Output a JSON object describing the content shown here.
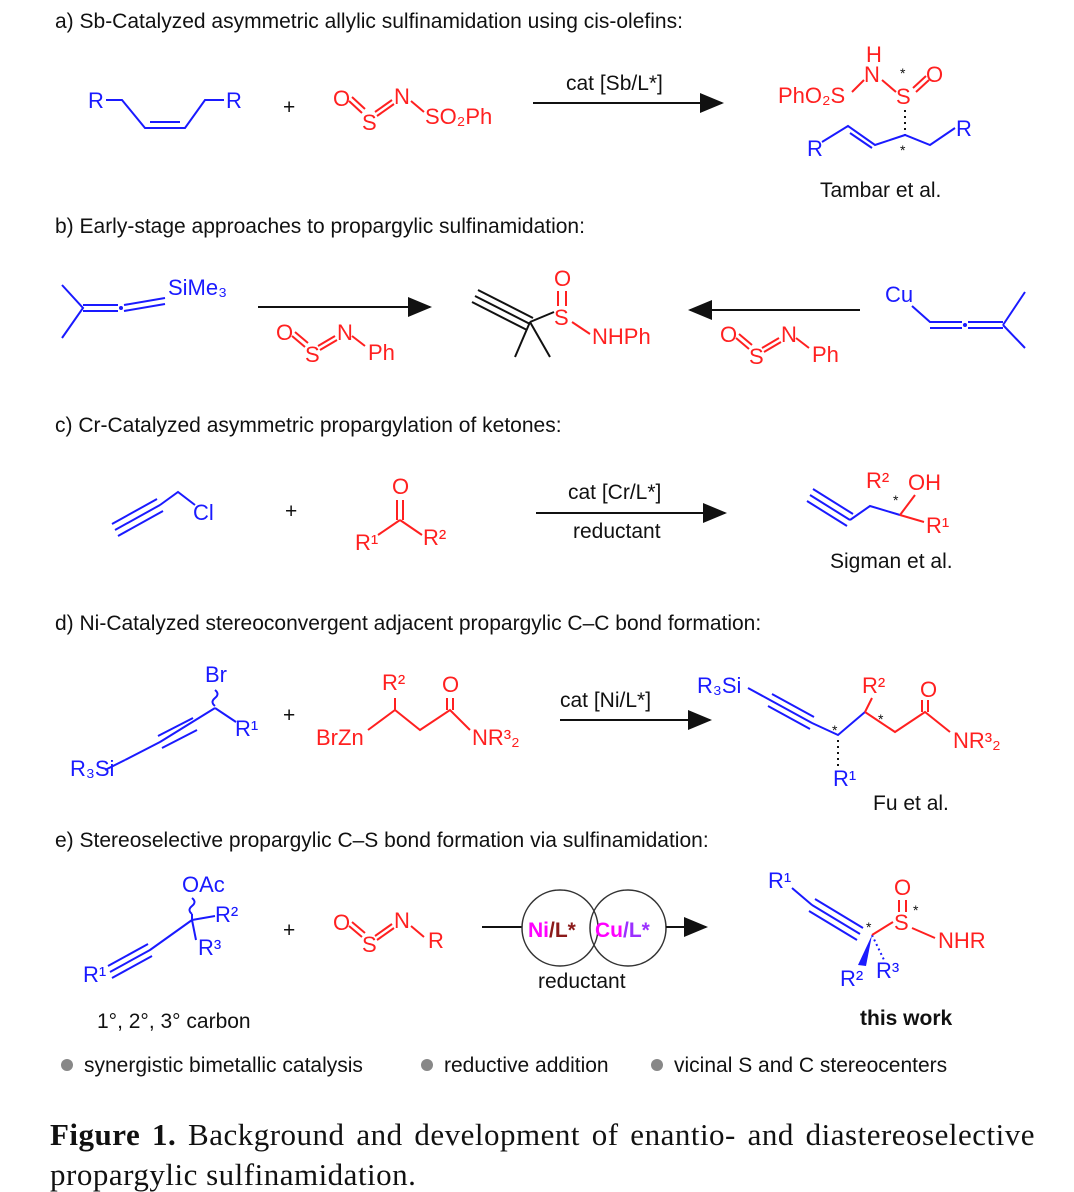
{
  "sections": {
    "a": {
      "heading": "a) Sb-Catalyzed asymmetric allylic sulfinamidation using cis-olefins:",
      "r": "R",
      "plus": "+",
      "o": "O",
      "s": "S",
      "n": "N",
      "so2ph": "SO₂Ph",
      "condition": "cat [Sb/L*]",
      "pho2s": "PhO₂S",
      "h": "H",
      "star": "*",
      "credit": "Tambar et al."
    },
    "b": {
      "heading": "b) Early-stage approaches to propargylic sulfinamidation:",
      "sime3": "SiMe₃",
      "o": "O",
      "s": "S",
      "n": "N",
      "ph": "Ph",
      "nhph": "NHPh",
      "cu": "Cu"
    },
    "c": {
      "heading": "c) Cr-Catalyzed asymmetric propargylation of ketones:",
      "cl": "Cl",
      "plus": "+",
      "o": "O",
      "r1": "R¹",
      "r2": "R²",
      "condition": "cat [Cr/L*]",
      "reductant": "reductant",
      "oh": "OH",
      "star": "*",
      "credit": "Sigman et al."
    },
    "d": {
      "heading": "d) Ni-Catalyzed stereoconvergent adjacent propargylic C–C bond formation:",
      "br": "Br",
      "r1": "R¹",
      "r3si": "R₃Si",
      "plus": "+",
      "brzn": "BrZn",
      "r2": "R²",
      "o": "O",
      "nr32": "NR³₂",
      "condition": "cat [Ni/L*]",
      "star": "*",
      "credit": "Fu et al."
    },
    "e": {
      "heading": "e) Stereoselective propargylic C–S bond formation via sulfinamidation:",
      "oac": "OAc",
      "r1": "R¹",
      "r2": "R²",
      "r3": "R³",
      "plus": "+",
      "o": "O",
      "s": "S",
      "n": "N",
      "r": "R",
      "ni": "Ni",
      "cu": "Cu",
      "l": "/L*",
      "reductant": "reductant",
      "nhr": "NHR",
      "star": "*",
      "substrate_note": "1°, 2°, 3° carbon",
      "credit": "this work"
    }
  },
  "bullets": [
    "synergistic bimetallic catalysis",
    "reductive addition",
    "vicinal S and C stereocenters"
  ],
  "caption": {
    "label": "Figure 1.",
    "text": "Background and development of enantio- and diaster­eoselective propargylic sulfinamidation."
  },
  "colors": {
    "blue": "#1a1aff",
    "red": "#ff2020",
    "magenta": "#ff00ff",
    "darkred": "#8b1a1a",
    "purple": "#9b30ff"
  }
}
